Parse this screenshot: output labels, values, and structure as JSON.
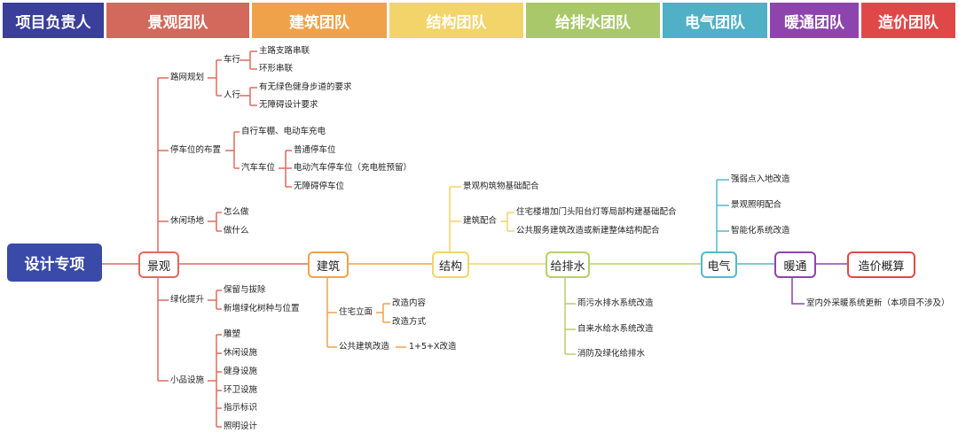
{
  "header": [
    "项目负责人",
    "景观团队",
    "建筑团队",
    "结构团队",
    "给排水团队",
    "电气团队",
    "暖通团队",
    "造价团队"
  ],
  "colors": {
    "navy": "#3a3f9a",
    "landscape": "#d2695c",
    "architecture": "#f0a24a",
    "structure": "#f3d46a",
    "water": "#a8c86a",
    "electrical": "#4fb0c6",
    "hvac": "#8e44ad",
    "cost": "#e04848"
  },
  "root": "设计专项",
  "nodes": {
    "landscape": "景观",
    "architecture": "建筑",
    "structure": "结构",
    "water": "给排水",
    "electrical": "电气",
    "hvac": "暖通",
    "cost": "造价概算"
  },
  "landscape": {
    "road": "路网规划",
    "car": "车行",
    "car_items": [
      "主路支路串联",
      "环形串联"
    ],
    "walk": "人行",
    "walk_items": [
      "有无绿色健身步道的要求",
      "无障碍设计要求"
    ],
    "parking": "停车位的布置",
    "bike": "自行车棚、电动车充电",
    "auto": "汽车车位",
    "auto_items": [
      "普通停车位",
      "电动汽车停车位（充电桩预留）",
      "无障碍停车位"
    ],
    "leisure": "休闲场地",
    "leisure_items": [
      "怎么做",
      "做什么"
    ],
    "green": "绿化提升",
    "green_items": [
      "保留与拔除",
      "新增绿化树种与位置"
    ],
    "facility": "小品设施",
    "facility_items": [
      "雕塑",
      "休闲设施",
      "健身设施",
      "环卫设施",
      "指示标识",
      "照明设计"
    ]
  },
  "architecture": {
    "facade": "住宅立面",
    "facade_items": [
      "改造内容",
      "改造方式"
    ],
    "public": "公共建筑改造",
    "public_item": "1+5+X改造"
  },
  "structure": {
    "item1": "景观构筑物基础配合",
    "coop": "建筑配合",
    "coop_items": [
      "住宅楼增加门头阳台灯等局部构建基础配合",
      "公共服务建筑改造或新建整体结构配合"
    ]
  },
  "water": [
    "雨污水排水系统改造",
    "自来水给水系统改造",
    "消防及绿化给排水"
  ],
  "electrical": [
    "强弱点入地改造",
    "景观照明配合",
    "智能化系统改造"
  ],
  "hvac": [
    "室内外采暖系统更新（本项目不涉及）"
  ]
}
